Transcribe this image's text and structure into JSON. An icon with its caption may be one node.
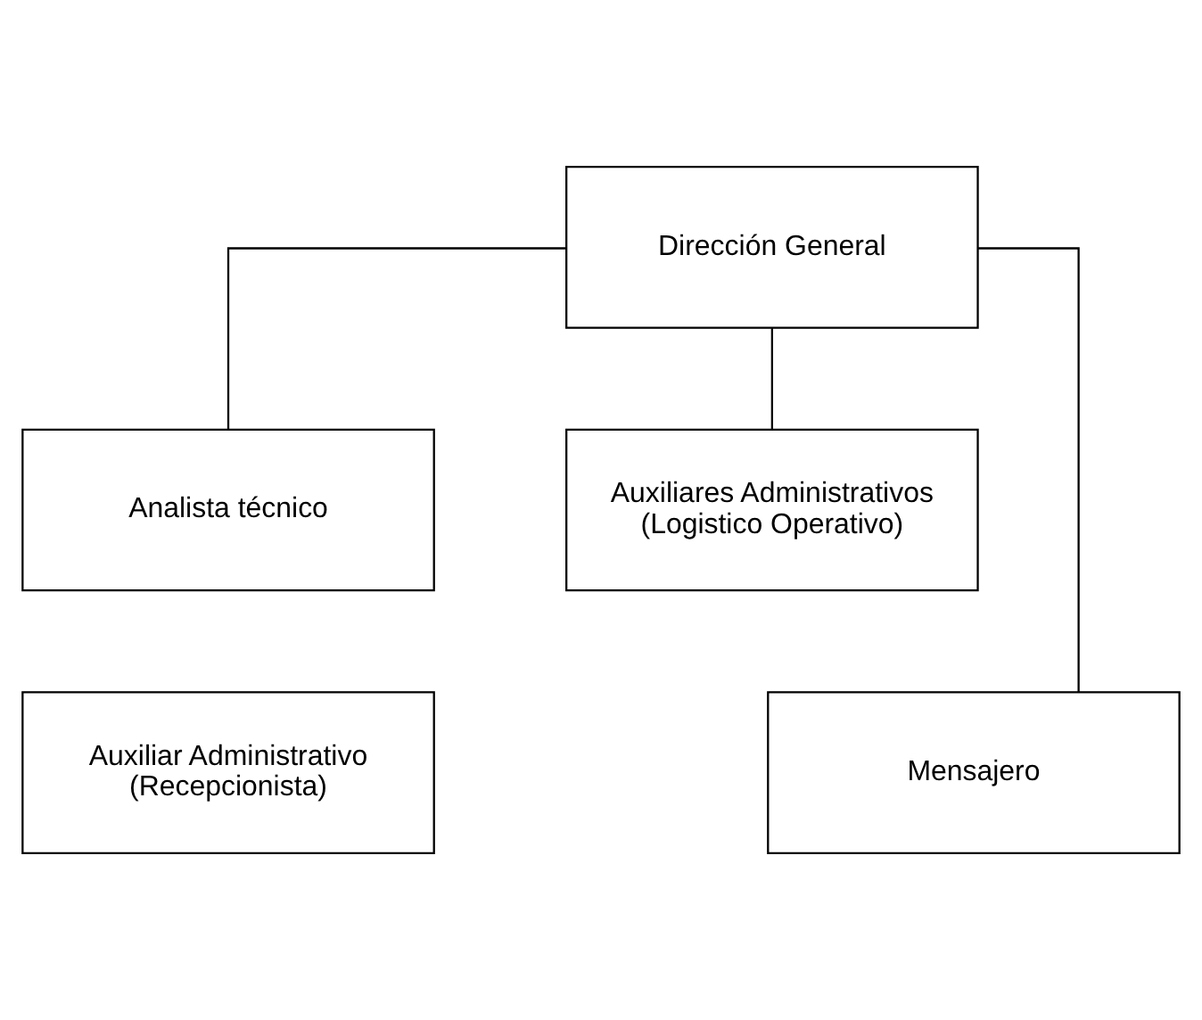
{
  "diagram": {
    "nodes": [
      {
        "text": [
          "Dirección General"
        ]
      },
      {
        "text": [
          "Analista técnico"
        ]
      },
      {
        "text": [
          "Auxiliares Administrativos",
          "(Logistico Operativo)"
        ]
      },
      {
        "text": [
          "Auxiliar Administrativo",
          "(Recepcionista)"
        ]
      },
      {
        "text": [
          "Mensajero"
        ]
      }
    ],
    "edges": [
      {
        "from": 0,
        "to": 1,
        "arrow": "none"
      },
      {
        "from": 0,
        "to": 2,
        "arrow": "none"
      },
      {
        "from": 0,
        "to": 4,
        "arrow": "none"
      }
    ]
  }
}
